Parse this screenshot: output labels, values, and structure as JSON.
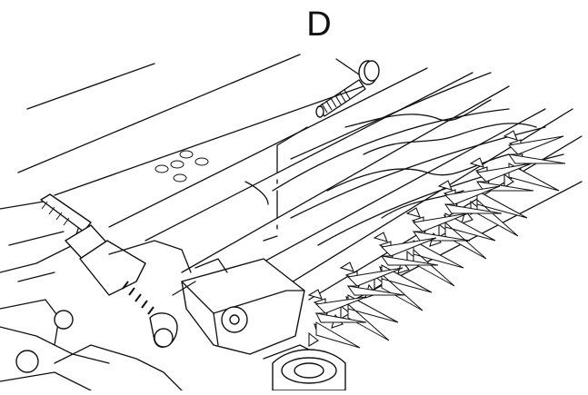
{
  "diagram": {
    "callout_label": "D",
    "colors": {
      "ink": "#111111",
      "paper": "#ffffff"
    },
    "parts": [
      "bolt",
      "reel-cylinder",
      "bearing-housing",
      "adjuster-screw",
      "spring",
      "side-plate"
    ]
  }
}
